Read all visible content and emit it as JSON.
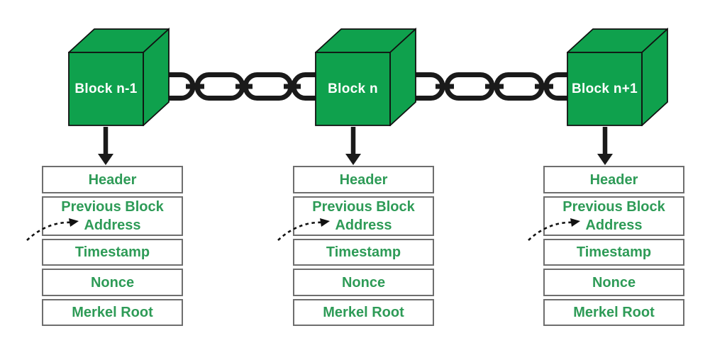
{
  "diagram": "blockchain-structure",
  "colors": {
    "cube_green": "#0fa14d",
    "cube_label_text": "#ffffff",
    "field_text_green": "#2e9b57",
    "chain_black": "#1a1a1a",
    "row_border_gray": "#6e6e6e",
    "background": "#ffffff"
  },
  "icons": {
    "chain": "chain-link-icon",
    "down_arrow": "arrow-down-icon",
    "previous_block_pointer": "dashed-arrow-icon"
  },
  "blocks": [
    {
      "label": "Block n-1",
      "fields": [
        "Header",
        "Previous Block Address",
        "Timestamp",
        "Nonce",
        "Merkel Root"
      ]
    },
    {
      "label": "Block n",
      "fields": [
        "Header",
        "Previous Block Address",
        "Timestamp",
        "Nonce",
        "Merkel Root"
      ]
    },
    {
      "label": "Block n+1",
      "fields": [
        "Header",
        "Previous Block Address",
        "Timestamp",
        "Nonce",
        "Merkel Root"
      ]
    }
  ]
}
